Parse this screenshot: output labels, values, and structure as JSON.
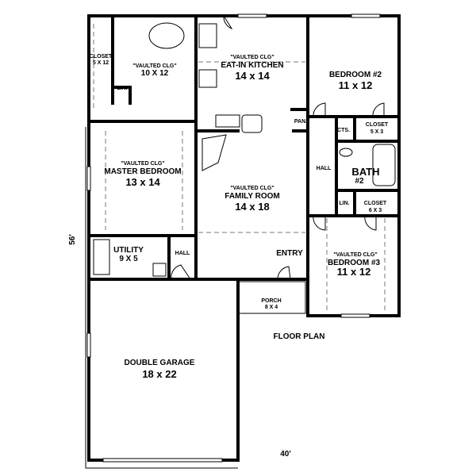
{
  "rooms": {
    "closet_master": {
      "name": "CLOSET",
      "size": "5 X 12"
    },
    "master_bath": {
      "note": "\"VAULTED CLG\"",
      "size": "10 X 12",
      "linen": "LIN."
    },
    "kitchen": {
      "note": "\"VAULTED CLG\"",
      "name": "EAT-IN KITCHEN",
      "size": "14 x 14",
      "pantry": "PAN."
    },
    "bedroom2": {
      "name": "BEDROOM #2",
      "size": "11 x 12"
    },
    "cts": "CTS.",
    "closet_5x3": {
      "name": "CLOSET",
      "size": "5 X 3"
    },
    "hall_right": "HALL",
    "bath2": {
      "name": "BATH",
      "number": "#2"
    },
    "linen_right": "LIN.",
    "closet_6x3": {
      "name": "CLOSET",
      "size": "6 X 3"
    },
    "bedroom3": {
      "note": "\"VAULTED CLG\"",
      "name": "BEDROOM #3",
      "size": "11 x 12"
    },
    "master_bedroom": {
      "note": "\"VAULTED CLG\"",
      "name": "MASTER BEDROOM",
      "size": "13 x 14"
    },
    "family_room": {
      "note": "\"VAULTED CLG\"",
      "name": "FAMILY ROOM",
      "size": "14 x 18"
    },
    "utility": {
      "name": "UTILITY",
      "size": "9 X 5"
    },
    "hall_left": "HALL",
    "entry": "ENTRY",
    "porch": {
      "name": "PORCH",
      "size": "8 X 4"
    },
    "garage": {
      "name": "DOUBLE GARAGE",
      "size": "18 x 22"
    }
  },
  "title": "FLOOR PLAN",
  "dimensions": {
    "depth": "56'",
    "width": "40'"
  }
}
